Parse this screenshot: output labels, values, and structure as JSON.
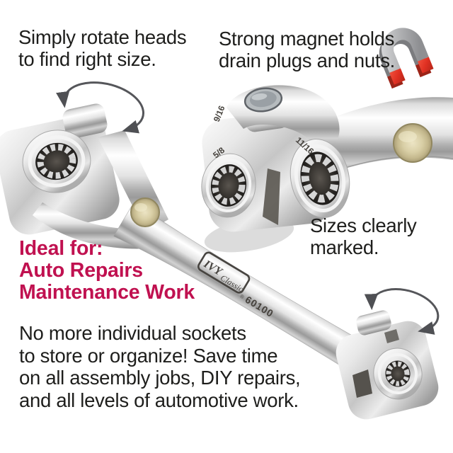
{
  "image_type": "product-feature-callout-photo",
  "annotations": {
    "rotate_note": {
      "lines": [
        "Simply rotate heads",
        "to find right size."
      ]
    },
    "magnet_note": {
      "lines": [
        "Strong magnet holds",
        "drain plugs and nuts."
      ]
    },
    "sizes_note": {
      "lines": [
        "Sizes clearly",
        "marked."
      ]
    },
    "ideal_for": {
      "lines": [
        "Ideal for:",
        "Auto Repairs",
        "Maintenance Work"
      ]
    },
    "benefits": {
      "lines": [
        "No more individual sockets",
        "to store or organize! Save time",
        "on all assembly jobs, DIY repairs,",
        "and all levels of automotive work."
      ]
    }
  },
  "product": {
    "brand": "IVY",
    "brand_suffix": "Classic",
    "registered_mark": "®",
    "model_number": "60100",
    "socket_size_labels": [
      "9/16",
      "5/8",
      "11/16"
    ]
  },
  "icons": {
    "magnet_icon": "horseshoe-magnet",
    "rotation_arrow_left_head": "curved-double-headed-rotation-arrow",
    "rotation_arrow_right_head": "curved-double-headed-rotation-arrow"
  },
  "colors": {
    "background": "#ffffff",
    "headline_magenta": "#c01150",
    "body_text": "#1e1e1c",
    "arrow_gray": "#55565a",
    "magnet_red": "#e03022",
    "magnet_body_gray": "#b9babc",
    "round_magnet_gold": "#d9cfa6",
    "chrome_highlight": "#ffffff",
    "chrome_shadow": "#8c8c8c",
    "engraving_gray": "#45413c"
  }
}
